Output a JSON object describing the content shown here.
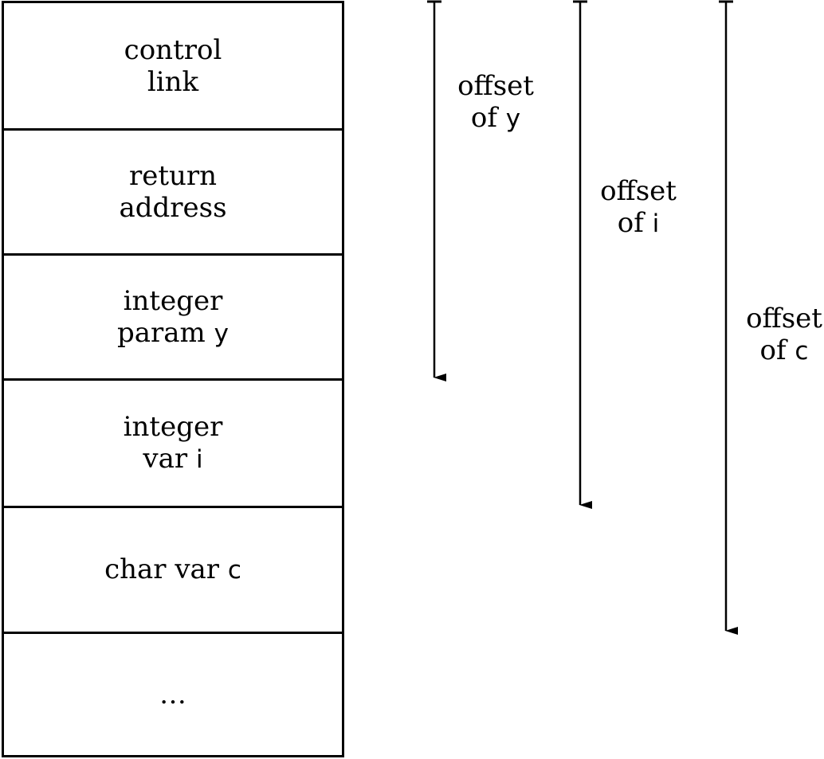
{
  "stack": {
    "cells": [
      {
        "lines": [
          "control",
          "link"
        ],
        "var": ""
      },
      {
        "lines": [
          "return",
          "address"
        ],
        "var": ""
      },
      {
        "lines": [
          "integer",
          "param"
        ],
        "var": "y"
      },
      {
        "lines": [
          "integer",
          "var"
        ],
        "var": "i"
      },
      {
        "lines": [
          "char var"
        ],
        "var": "c"
      },
      {
        "lines": [
          "…"
        ],
        "var": ""
      }
    ]
  },
  "offsets": [
    {
      "line1": "offset",
      "line2": "of",
      "var": "y"
    },
    {
      "line1": "offset",
      "line2": "of",
      "var": "i"
    },
    {
      "line1": "offset",
      "line2": "of",
      "var": "c"
    }
  ]
}
